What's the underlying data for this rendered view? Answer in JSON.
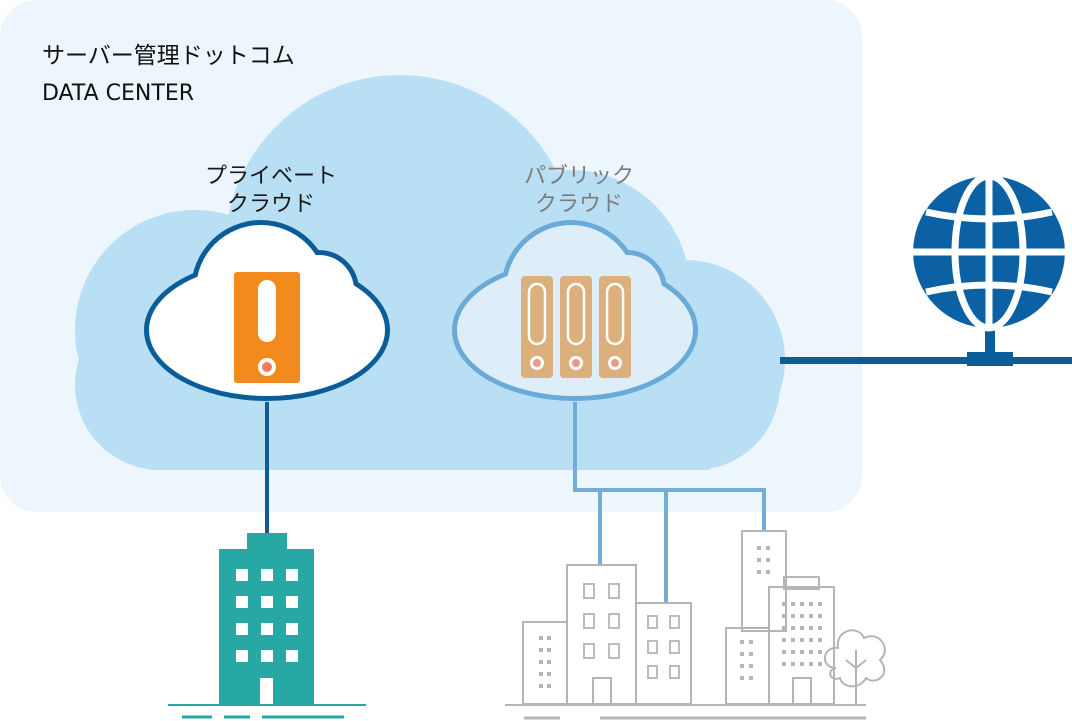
{
  "datacenter": {
    "brand": "サーバー管理ドットコム",
    "subtitle": "DATA CENTER"
  },
  "private_cloud": {
    "label_line1": "プライベート",
    "label_line2": "クラウド"
  },
  "public_cloud": {
    "label_line1": "パブリック",
    "label_line2": "クラウド"
  },
  "colors": {
    "datacenter_bg": "#eef6fd",
    "big_cloud": "#b8dff4",
    "private_outline": "#0b5d9a",
    "public_outline": "#6aaad8",
    "server_orange": "#f28a1e",
    "server_tan": "#dcb07c",
    "globe_blue": "#0b61a4",
    "teal_building": "#28a8a5",
    "city_gray": "#b5b5b5",
    "public_link": "#74acd6"
  },
  "icons": [
    "globe-icon",
    "server-icon",
    "server-rack-icon",
    "office-building-icon",
    "city-icon",
    "tree-icon"
  ]
}
